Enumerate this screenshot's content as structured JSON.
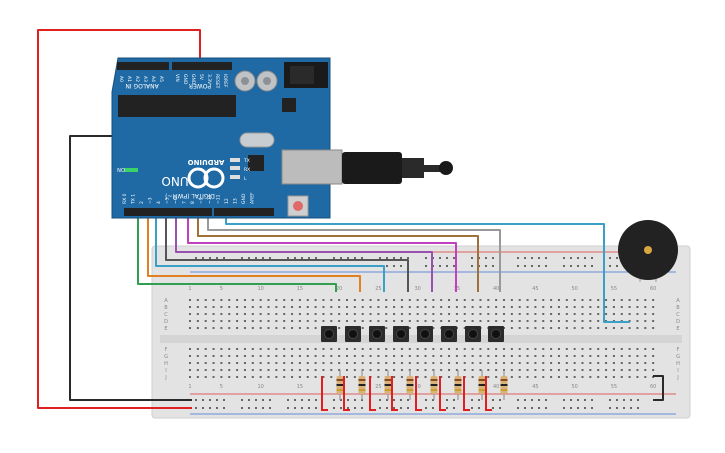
{
  "arduino": {
    "analog_pin_labels": [
      "A0",
      "A1",
      "A2",
      "A3",
      "A4",
      "A5"
    ],
    "analog_header": "ANALOG IN",
    "power_header": "POWER",
    "power_pin_labels": [
      "VIN",
      "GND",
      "GND",
      "5V",
      "3.3V",
      "RESET",
      "IOREF"
    ],
    "logo_text": "ARDUINO",
    "model_text": "UNO",
    "digital_header": "DIGITAL (PWM~)",
    "digital_pin_labels": [
      "RX 0",
      "TX 1",
      "2",
      "~3",
      "4",
      "~5",
      "~6",
      "7",
      "8",
      "~9",
      "~10",
      "~11",
      "12",
      "13",
      "GND",
      "AREF"
    ],
    "led_labels": [
      "TX",
      "RX",
      "L"
    ],
    "on_label": "ON",
    "colors": {
      "board": "#1f6aa5",
      "board_dark": "#1a5a8f",
      "header": "#222222",
      "usb": "#bcbcbc",
      "cable": "#2a2a2a"
    }
  },
  "breadboard": {
    "column_numbers": [
      "1",
      "5",
      "10",
      "15",
      "20",
      "25",
      "30",
      "35",
      "40",
      "45",
      "50",
      "55",
      "60"
    ],
    "row_letters_top": [
      "A",
      "B",
      "C",
      "D",
      "E"
    ],
    "row_letters_bottom": [
      "F",
      "G",
      "H",
      "I",
      "J"
    ],
    "colors": {
      "body": "#e3e3e3",
      "hole": "#555555",
      "rail_red": "#d33",
      "rail_blue": "#3a6fd8"
    }
  },
  "buttons": {
    "count": 8,
    "color": "#2b2b2b"
  },
  "resistors": {
    "count": 8,
    "color": "#d9b27a"
  },
  "wire_colors": {
    "power_5v": "#e02020",
    "ground": "#2a2a2a",
    "pin13": "#3aa0c8",
    "pin12": "#999999",
    "pin11": "#a0703a",
    "pin10": "#c040c0",
    "pin9": "#9a50b0",
    "pin8": "#555555",
    "pin7": "#3aa0c8",
    "pin6": "#e08020",
    "pin5": "#30a050",
    "button_red": "#e02020"
  },
  "buzzer": {
    "color": "#222222",
    "center_color": "#d7a640"
  }
}
